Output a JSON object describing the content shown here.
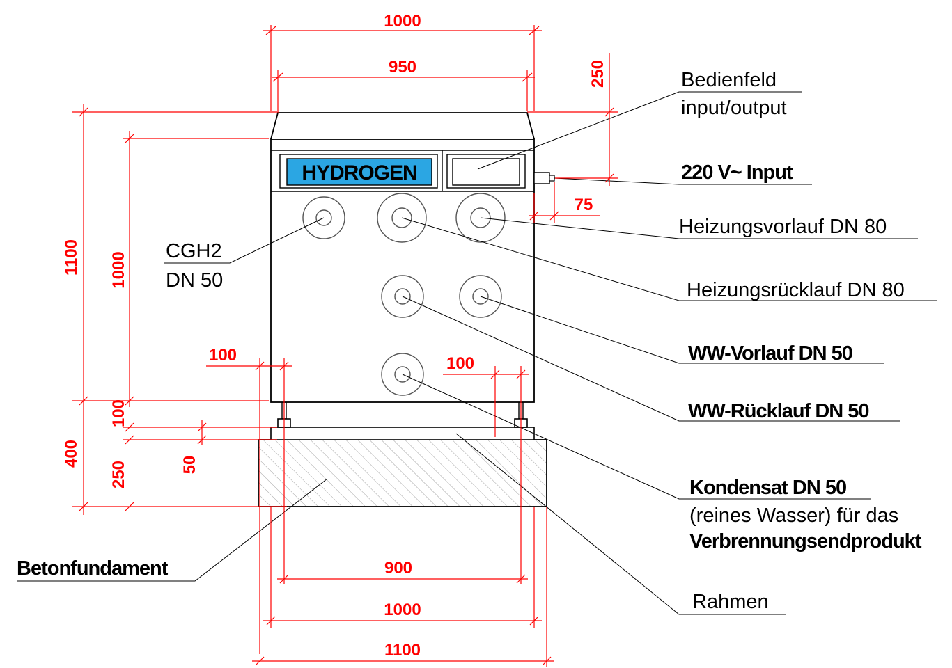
{
  "colors": {
    "dimension": "#ff0000",
    "outline": "#000000",
    "brand_panel": "#2ba6e3",
    "hatch": "#777777"
  },
  "brand": "HYDROGEN",
  "dimensions": {
    "top_overall": "1000",
    "top_inner": "950",
    "right_panel_height": "250",
    "socket_offset": "75",
    "left_total_height": "1100",
    "left_body_height": "1000",
    "left_base_total": "400",
    "left_feet": "100",
    "left_foundation": "250",
    "frame_height": "50",
    "left_foot_width": "100",
    "right_foot_width": "100",
    "bottom_feet": "900",
    "bottom_body": "1000",
    "bottom_foundation": "1100"
  },
  "labels": {
    "bedienfeld": "Bedienfeld",
    "input_output": "input/output",
    "power": "220 V~ Input",
    "heizungsvorlauf": "Heizungsvorlauf DN 80",
    "heizungsruecklauf": "Heizungsrücklauf DN 80",
    "ww_vorlauf": "WW-Vorlauf DN 50",
    "ww_ruecklauf": "WW-Rücklauf DN 50",
    "kondensat_1": "Kondensat DN 50",
    "kondensat_2": "(reines Wasser) für das",
    "kondensat_3": "Verbrennungsendprodukt",
    "rahmen": "Rahmen",
    "betonfundament": "Betonfundament",
    "cgh2_1": "CGH2",
    "cgh2_2": "DN 50"
  }
}
